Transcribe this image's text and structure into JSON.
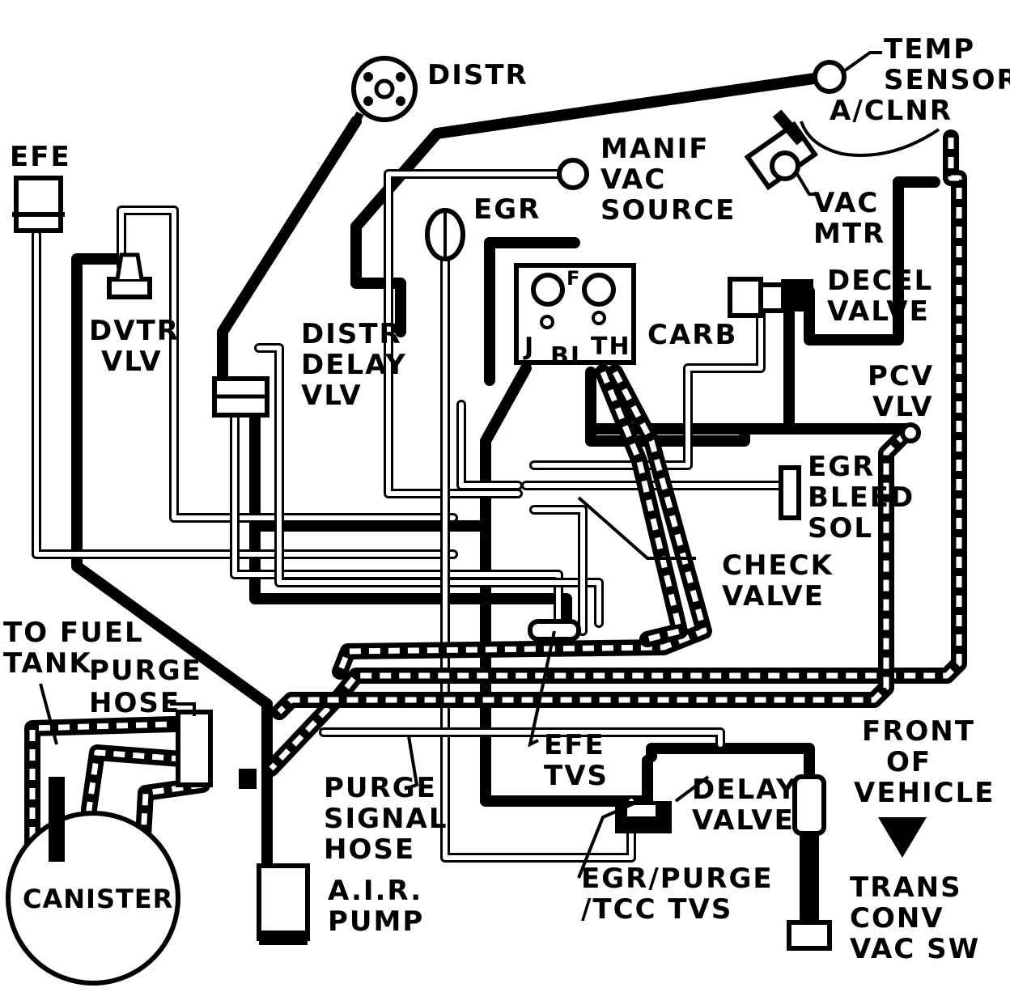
{
  "labels": {
    "distr": "DISTR",
    "temp_sensor_1": "TEMP",
    "temp_sensor_2": "SENSOR",
    "a_clnr": "A/CLNR",
    "efe": "EFE",
    "manif_1": "MANIF",
    "manif_2": "VAC",
    "manif_3": "SOURCE",
    "egr": "EGR",
    "vac_mtr_1": "VAC",
    "vac_mtr_2": "MTR",
    "decel_1": "DECEL",
    "decel_2": "VALVE",
    "dvtr_1": "DVTR",
    "dvtr_2": "VLV",
    "distr_delay_1": "DISTR",
    "distr_delay_2": "DELAY",
    "distr_delay_3": "VLV",
    "carb": "CARB",
    "carb_f": "F",
    "carb_j": "J",
    "carb_bl": "BL",
    "carb_th": "TH",
    "pcv_1": "PCV",
    "pcv_2": "VLV",
    "egr_bleed_1": "EGR",
    "egr_bleed_2": "BLEED",
    "egr_bleed_3": "SOL",
    "check_1": "CHECK",
    "check_2": "VALVE",
    "to_fuel_1": "TO FUEL",
    "to_fuel_2": "TANK",
    "purge_hose_1": "PURGE",
    "purge_hose_2": "HOSE",
    "efe_tvs_1": "EFE",
    "efe_tvs_2": "TVS",
    "front_1": "FRONT",
    "front_2": "OF",
    "front_3": "VEHICLE",
    "delay_1": "DELAY",
    "delay_2": "VALVE",
    "purge_signal_1": "PURGE",
    "purge_signal_2": "SIGNAL",
    "purge_signal_3": "HOSE",
    "egr_tvs_1": "EGR/PURGE",
    "egr_tvs_2": "/TCC TVS",
    "air_pump_1": "A.I.R.",
    "air_pump_2": "PUMP",
    "canister": "CANISTER",
    "trans_1": "TRANS",
    "trans_2": "CONV",
    "trans_3": "VAC SW"
  },
  "icons": {
    "direction_arrow": "arrow-down-icon"
  }
}
